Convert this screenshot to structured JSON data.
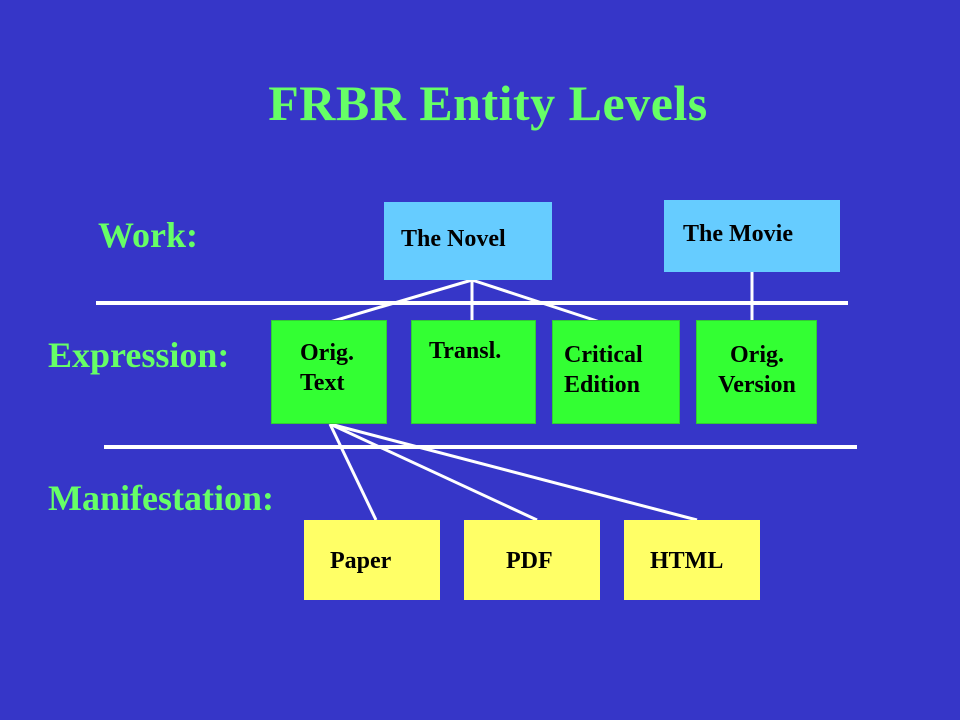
{
  "title": "FRBR Entity Levels",
  "levels": {
    "work": "Work:",
    "expression": "Expression:",
    "manifestation": "Manifestation:"
  },
  "work": [
    {
      "id": "novel",
      "label": "The Novel"
    },
    {
      "id": "movie",
      "label": "The Movie"
    }
  ],
  "expression": [
    {
      "id": "orig-text",
      "label": "Orig.\nText"
    },
    {
      "id": "transl",
      "label": "Transl."
    },
    {
      "id": "critical",
      "label": "Critical\nEdition"
    },
    {
      "id": "orig-version",
      "label": "Orig.\nVersion"
    }
  ],
  "manifestation": [
    {
      "id": "paper",
      "label": "Paper"
    },
    {
      "id": "pdf",
      "label": "PDF"
    },
    {
      "id": "html",
      "label": "HTML"
    }
  ],
  "links": [
    {
      "from": "novel",
      "to": "orig-text"
    },
    {
      "from": "novel",
      "to": "transl"
    },
    {
      "from": "novel",
      "to": "critical"
    },
    {
      "from": "movie",
      "to": "orig-version"
    },
    {
      "from": "orig-text",
      "to": "paper"
    },
    {
      "from": "orig-text",
      "to": "pdf"
    },
    {
      "from": "orig-text",
      "to": "html"
    }
  ],
  "colors": {
    "background": "#3636c8",
    "title": "#66ff66",
    "work": "#66ccff",
    "expression": "#33ff33",
    "manifestation": "#ffff66",
    "lines": "#ffffff"
  }
}
